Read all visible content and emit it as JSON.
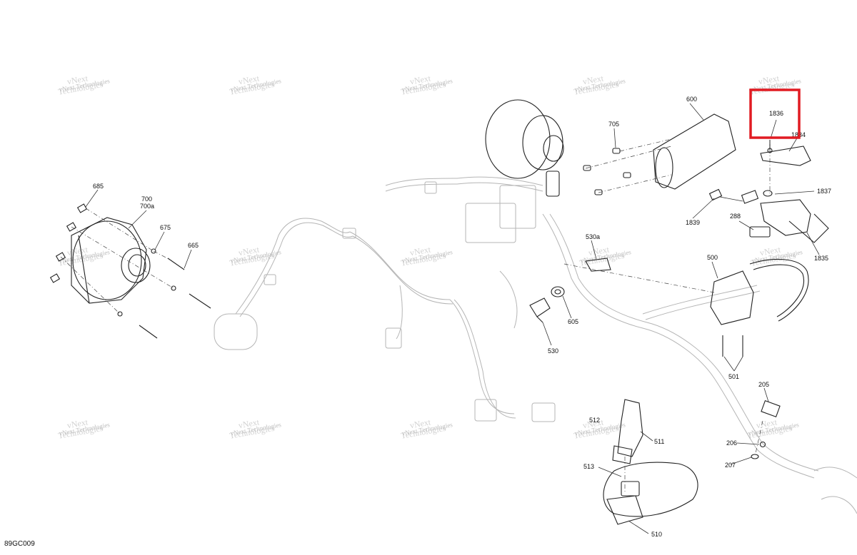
{
  "watermark": {
    "line1": "vNext",
    "line2": "Technologies",
    "full": "vNext Technologies"
  },
  "diagram_id": "89GC009",
  "highlight_color": "#e11b22",
  "callouts": {
    "c685": "685",
    "c700": "700",
    "c700a": "700a",
    "c675": "675",
    "c665": "665",
    "c600": "600",
    "c705": "705",
    "c1836": "1836",
    "c1834": "1834",
    "c1837": "1837",
    "c1839": "1839",
    "c288": "288",
    "c1835": "1835",
    "c530a": "530a",
    "c605": "605",
    "c530": "530",
    "c500": "500",
    "c501": "501",
    "c205": "205",
    "c206": "206",
    "c207": "207",
    "c512": "512",
    "c511": "511",
    "c513": "513",
    "c510": "510"
  },
  "highlighted_part": "1836"
}
